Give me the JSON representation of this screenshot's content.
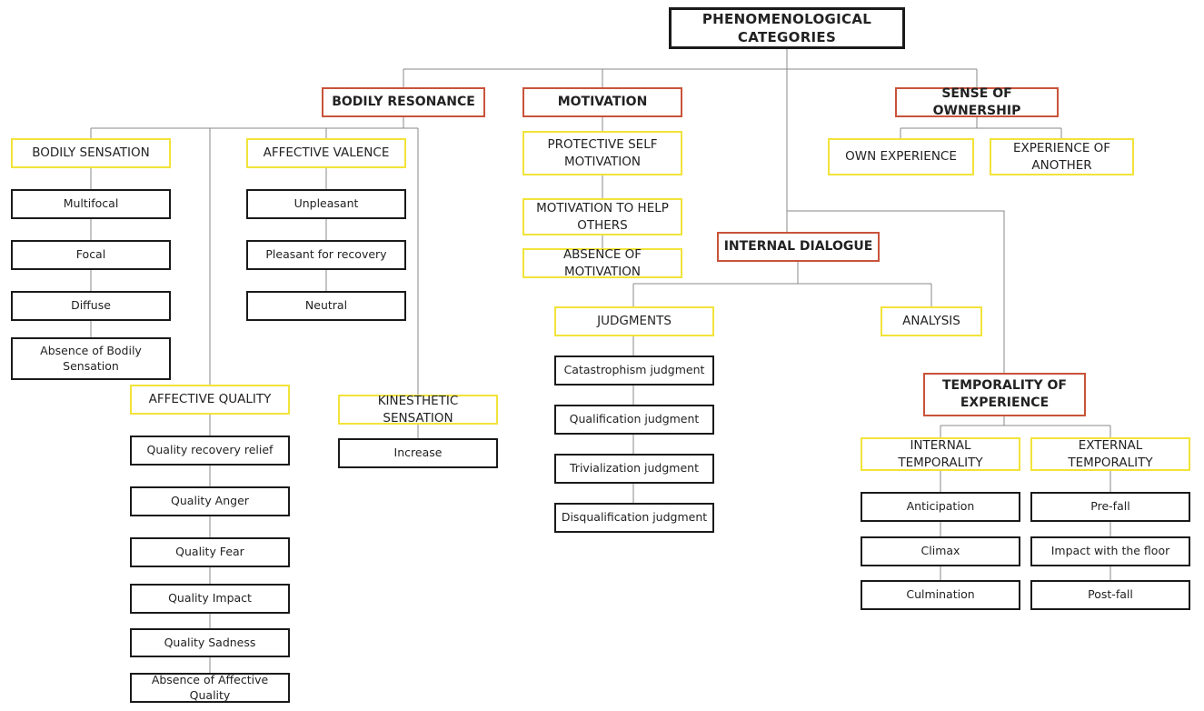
{
  "title": "PHENOMENOLOGICAL CATEGORIES",
  "categories": {
    "bodily_resonance": {
      "label": "BODILY RESONANCE",
      "bodily_sensation": {
        "label": "BODILY SENSATION",
        "items": [
          "Multifocal",
          "Focal",
          "Diffuse",
          "Absence of Bodily Sensation"
        ]
      },
      "affective_valence": {
        "label": "AFFECTIVE VALENCE",
        "items": [
          "Unpleasant",
          "Pleasant for recovery",
          "Neutral"
        ]
      },
      "affective_quality": {
        "label": "AFFECTIVE QUALITY",
        "items": [
          "Quality recovery relief",
          "Quality Anger",
          "Quality Fear",
          "Quality Impact",
          "Quality Sadness",
          "Absence of Affective Quality"
        ]
      },
      "kinesthetic_sensation": {
        "label": "KINESTHETIC SENSATION",
        "items": [
          "Increase"
        ]
      }
    },
    "motivation": {
      "label": "MOTIVATION",
      "items": [
        "PROTECTIVE SELF MOTIVATION",
        "MOTIVATION TO HELP OTHERS",
        "ABSENCE OF MOTIVATION"
      ]
    },
    "sense_of_ownership": {
      "label": "SENSE OF OWNERSHIP",
      "items": [
        "OWN EXPERIENCE",
        "EXPERIENCE OF ANOTHER"
      ]
    },
    "internal_dialogue": {
      "label": "INTERNAL DIALOGUE",
      "judgments": {
        "label": "JUDGMENTS",
        "items": [
          "Catastrophism judgment",
          "Qualification judgment",
          "Trivialization judgment",
          "Disqualification judgment"
        ]
      },
      "analysis": {
        "label": "ANALYSIS"
      }
    },
    "temporality": {
      "label": "TEMPORALITY OF EXPERIENCE",
      "internal": {
        "label": "INTERNAL TEMPORALITY",
        "items": [
          "Anticipation",
          "Climax",
          "Culmination"
        ]
      },
      "external": {
        "label": "EXTERNAL TEMPORALITY",
        "items": [
          "Pre-fall",
          "Impact with the floor",
          "Post-fall"
        ]
      }
    }
  },
  "colors": {
    "category_border": "#c9533a",
    "subcategory_border": "#f2e33a",
    "leaf_border": "#1a1a1a",
    "connector": "#8a8a8a"
  }
}
